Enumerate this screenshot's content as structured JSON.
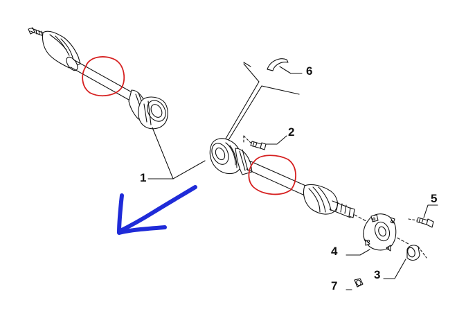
{
  "diagram": {
    "callouts": [
      {
        "id": "1",
        "label": "1"
      },
      {
        "id": "2",
        "label": "2"
      },
      {
        "id": "3",
        "label": "3"
      },
      {
        "id": "4",
        "label": "4"
      },
      {
        "id": "5",
        "label": "5"
      },
      {
        "id": "6",
        "label": "6"
      },
      {
        "id": "7",
        "label": "7"
      }
    ],
    "annotations": {
      "circle_color": "#d62020",
      "arrow_color": "#1f2bd8",
      "arrow_direction": "down-left"
    },
    "line_color": "#111111"
  }
}
